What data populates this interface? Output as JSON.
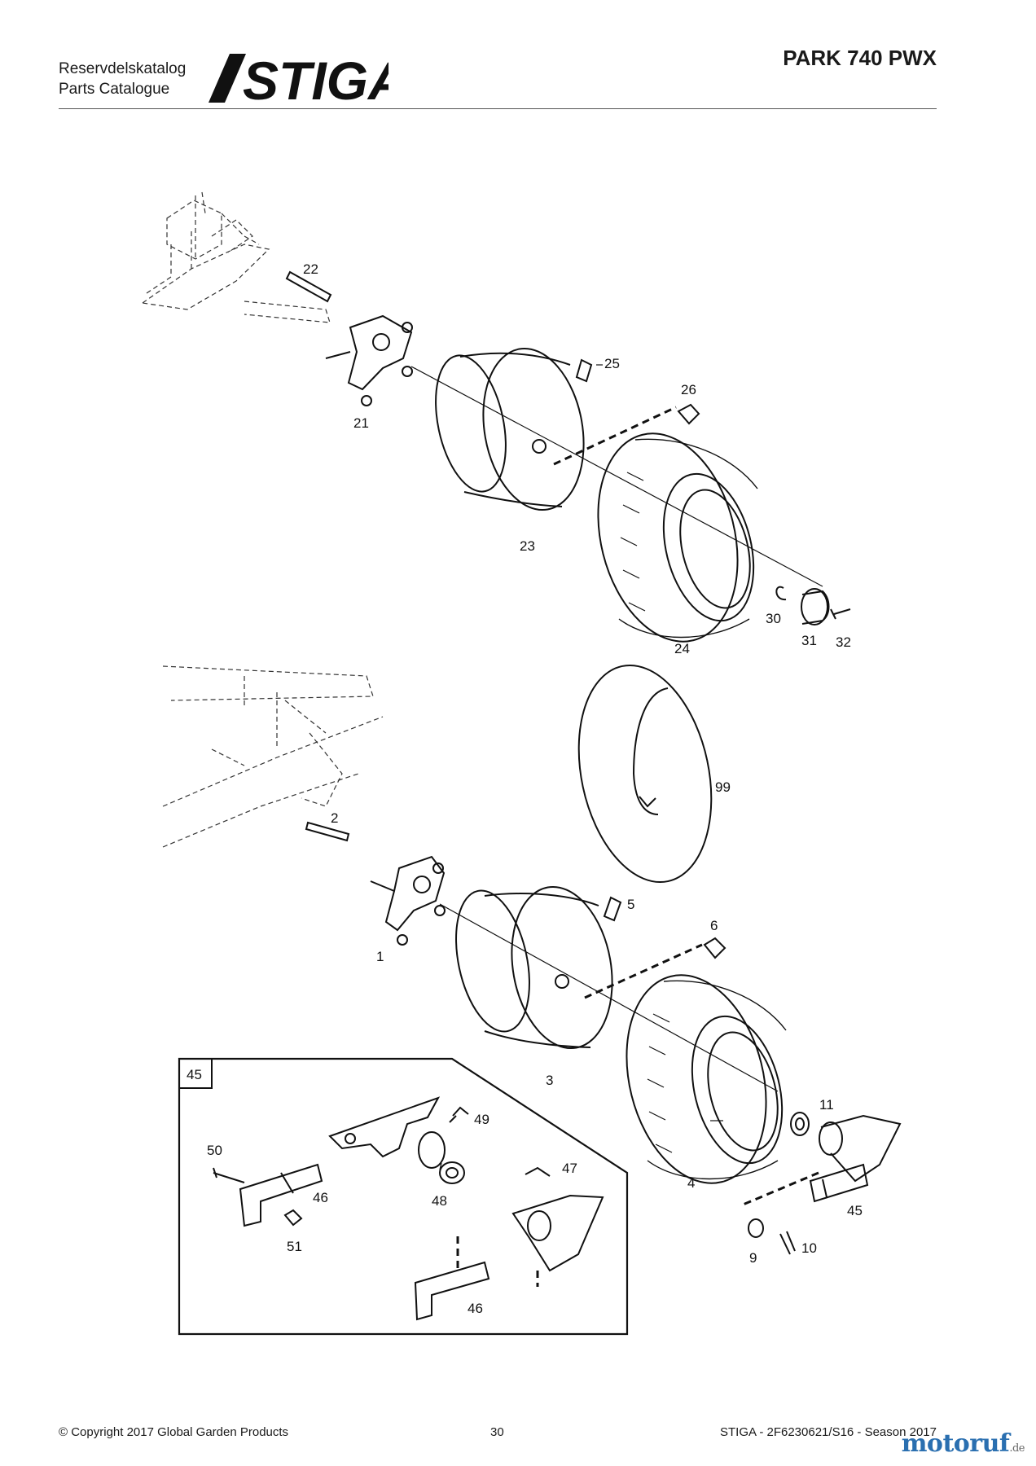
{
  "header": {
    "catalog_line1": "Reservdelskatalog",
    "catalog_line2": "Parts Catalogue",
    "brand": "STIGA",
    "model": "PARK 740 PWX"
  },
  "callouts": [
    "22",
    "21",
    "25",
    "26",
    "23",
    "24",
    "30",
    "31",
    "32",
    "99",
    "2",
    "1",
    "5",
    "6",
    "3",
    "4",
    "11",
    "45",
    "9",
    "10",
    "49",
    "47",
    "50",
    "46",
    "48",
    "51",
    "46",
    "45"
  ],
  "footer": {
    "copyright": "© Copyright 2017 Global Garden Products",
    "page": "30",
    "ref": "STIGA - 2F6230621/S16 - Season 2017"
  },
  "watermark": {
    "name": "motoruf",
    "tld": ".de"
  }
}
